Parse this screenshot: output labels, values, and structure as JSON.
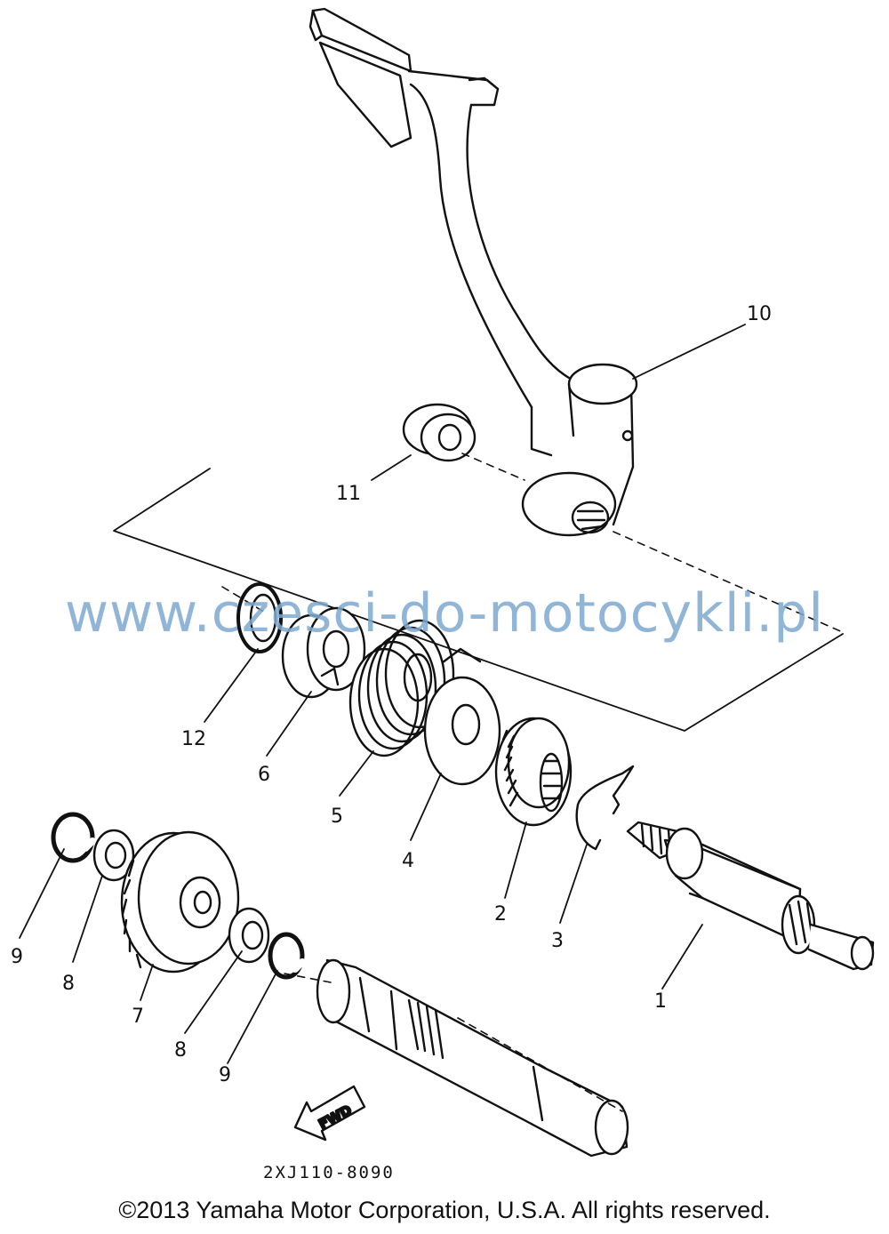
{
  "diagram": {
    "part_number": "2XJ110-8090",
    "fwd_label": "FWD",
    "callouts": [
      "1",
      "2",
      "3",
      "4",
      "5",
      "6",
      "7",
      "8",
      "8",
      "9",
      "9",
      "10",
      "11",
      "12"
    ]
  },
  "watermark": "www.czesci-do-motocykli.pl",
  "copyright": "©2013 Yamaha Motor Corporation, U.S.A. All rights reserved."
}
